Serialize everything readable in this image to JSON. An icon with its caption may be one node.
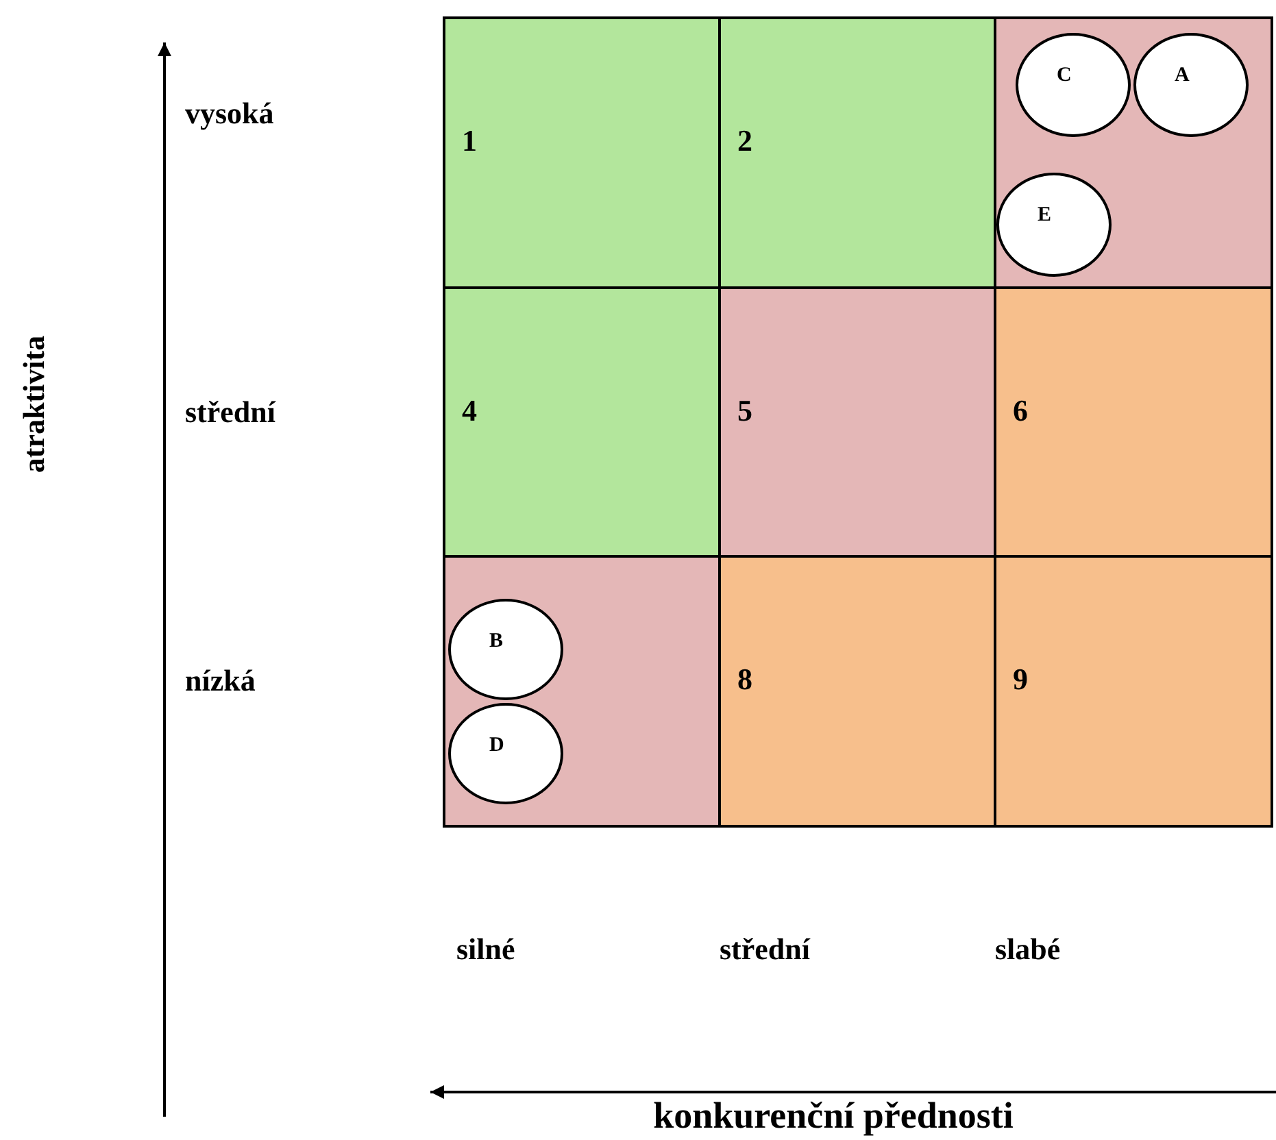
{
  "diagram": {
    "nodes": [
      {
        "text": [
          "1"
        ]
      },
      {
        "text": [
          "2"
        ]
      },
      {
        "text": [],
        "shape": "box"
      },
      {
        "text": [
          "4"
        ]
      },
      {
        "text": [
          "5"
        ]
      },
      {
        "text": [
          "6"
        ]
      },
      {
        "text": [],
        "shape": "box"
      },
      {
        "text": [
          "8"
        ]
      },
      {
        "text": [
          "9"
        ]
      },
      {
        "text": [
          "C"
        ],
        "in": 2
      },
      {
        "text": [
          "A"
        ],
        "in": 2
      },
      {
        "text": [
          "E"
        ],
        "in": 2
      },
      {
        "text": [
          "B"
        ],
        "in": 6
      },
      {
        "text": [
          "D"
        ],
        "in": 6
      }
    ],
    "labels": [
      "vysoká",
      "střední",
      "nízká",
      "atraktivita",
      "silné",
      "střední",
      "slabé",
      "konkurenční přednosti"
    ]
  }
}
